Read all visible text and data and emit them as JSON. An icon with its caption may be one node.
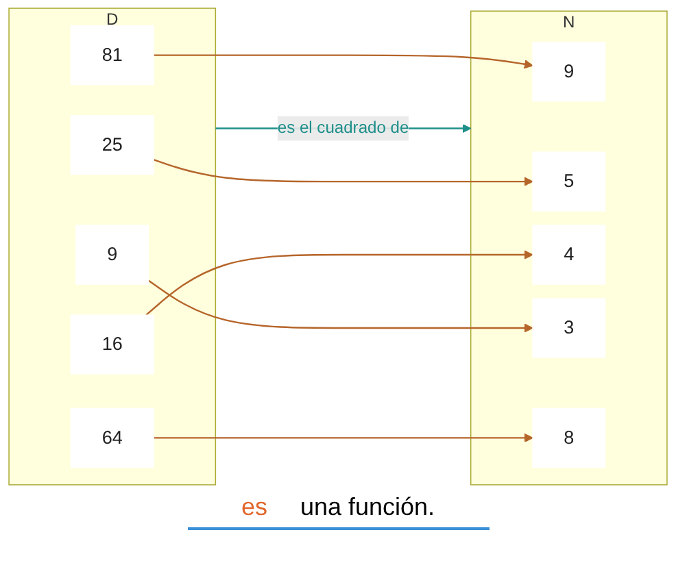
{
  "diagram": {
    "nodes": [
      {
        "text": [
          "D"
        ]
      },
      {
        "text": [
          "9"
        ],
        "in": 0
      },
      {
        "text": [
          "16"
        ],
        "in": 0
      },
      {
        "text": [
          "25"
        ],
        "in": 0
      },
      {
        "text": [
          "64"
        ],
        "in": 0
      },
      {
        "text": [
          "81"
        ],
        "in": 0
      },
      {
        "text": [
          "N"
        ]
      },
      {
        "text": [
          "9"
        ],
        "in": 6
      },
      {
        "text": [
          "5"
        ],
        "in": 6
      },
      {
        "text": [
          "4"
        ],
        "in": 6
      },
      {
        "text": [
          "3"
        ],
        "in": 6
      },
      {
        "text": [
          "8"
        ],
        "in": 6
      }
    ],
    "edges": [
      {
        "from": 0,
        "to": 6,
        "arrow": "to",
        "label": "es el cuadrado de",
        "color": "#1f8f8a"
      },
      {
        "from": 1,
        "to": 10,
        "arrow": "to"
      },
      {
        "from": 2,
        "to": 9,
        "arrow": "to"
      },
      {
        "from": 3,
        "to": 8,
        "arrow": "to"
      },
      {
        "from": 4,
        "to": 11,
        "arrow": "to"
      },
      {
        "from": 5,
        "to": 7,
        "arrow": "to"
      }
    ],
    "labels": [
      "es",
      "una función."
    ]
  }
}
